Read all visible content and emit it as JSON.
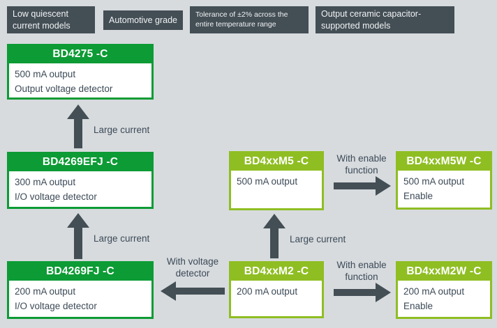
{
  "colors": {
    "background": "#d7dbde",
    "tag_bar": "#434e55",
    "dark_green": "#0d9b35",
    "lime_green": "#8fbe22",
    "arrow": "#434e55",
    "body_text": "#3c4a57"
  },
  "top_tags": [
    {
      "label": "Low quiescent\ncurrent models"
    },
    {
      "label": "Automotive grade"
    },
    {
      "label": "Tolerance of ±2% across the\nentire temperature range"
    },
    {
      "label": "Output ceramic capacitor-\nsupported models"
    }
  ],
  "boxes": [
    {
      "title": "BD4275 -C",
      "body": "500 mA output\nOutput voltage detector",
      "variant": "dark-green"
    },
    {
      "title": "BD4269EFJ -C",
      "body": "300 mA output\nI/O voltage detector",
      "variant": "dark-green"
    },
    {
      "title": "BD4269FJ -C",
      "body": "200 mA output\nI/O voltage detector",
      "variant": "dark-green"
    },
    {
      "title": "BD4xxM5 -C",
      "body": "500 mA output",
      "variant": "lime-green"
    },
    {
      "title": "BD4xxM2 -C",
      "body": "200 mA output",
      "variant": "lime-green"
    },
    {
      "title": "BD4xxM5W -C",
      "body": "500 mA output\nEnable",
      "variant": "lime-green"
    },
    {
      "title": "BD4xxM2W -C",
      "body": "200 mA output\nEnable",
      "variant": "lime-green"
    }
  ],
  "arrow_labels": {
    "large_current_1": "Large current",
    "large_current_2": "Large current",
    "large_current_3": "Large current",
    "with_enable_1": "With enable\nfunction",
    "with_enable_2": "With enable\nfunction",
    "with_voltage_detector": "With voltage\ndetector"
  }
}
